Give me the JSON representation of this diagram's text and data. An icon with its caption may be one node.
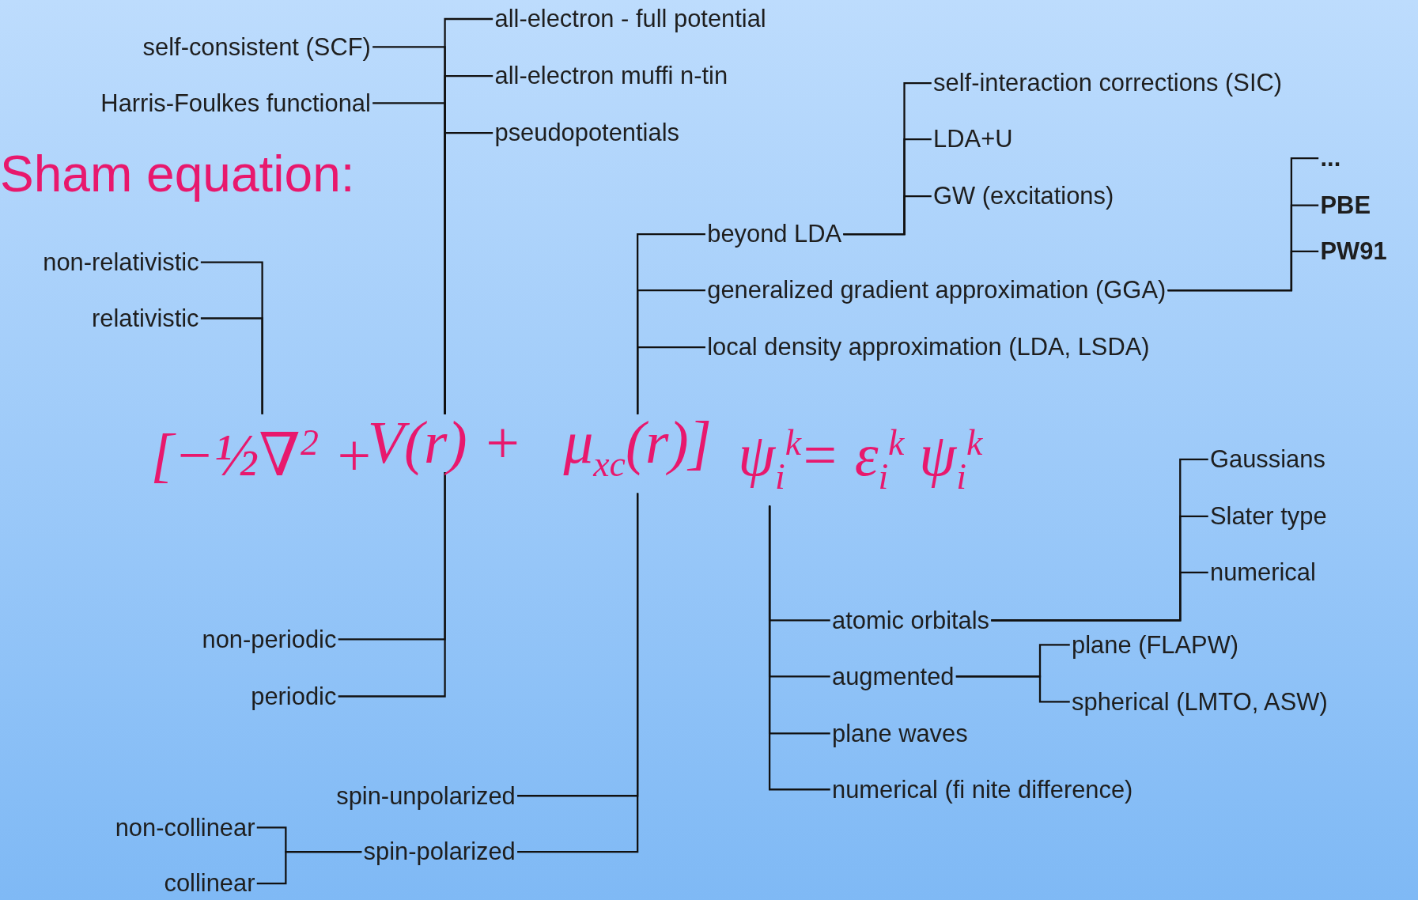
{
  "diagram": {
    "title": "Sham equation:",
    "nodes": [
      {
        "text": [
          "all-electron - full potential"
        ]
      },
      {
        "text": [
          "self-consistent (SCF)"
        ]
      },
      {
        "text": [
          "all-electron muffi n-tin"
        ]
      },
      {
        "text": [
          "self-interaction corrections (SIC)"
        ]
      },
      {
        "text": [
          "Harris-Foulkes functional"
        ]
      },
      {
        "text": [
          "pseudopotentials"
        ]
      },
      {
        "text": [
          "LDA+U"
        ]
      },
      {
        "text": [
          "..."
        ]
      },
      {
        "text": [
          "GW (excitations)"
        ]
      },
      {
        "text": [
          "PBE"
        ]
      },
      {
        "text": [
          "beyond LDA"
        ]
      },
      {
        "text": [
          "PW91"
        ]
      },
      {
        "text": [
          "non-relativistic"
        ]
      },
      {
        "text": [
          "generalized gradient approximation (GGA)"
        ]
      },
      {
        "text": [
          "relativistic"
        ]
      },
      {
        "text": [
          "local density approximation (LDA, LSDA)"
        ]
      },
      {
        "text": [
          "[−½∇$^{2}$ +"
        ]
      },
      {
        "text": [
          "V(r) +"
        ]
      },
      {
        "text": [
          "μ$_{xc}$(r)]"
        ]
      },
      {
        "text": [
          "ψ$_{i}$$^{k}$"
        ]
      },
      {
        "text": [
          "Gaussians"
        ]
      },
      {
        "text": [
          "Slater type"
        ]
      },
      {
        "text": [
          "numerical"
        ]
      },
      {
        "text": [
          "atomic orbitals"
        ]
      },
      {
        "text": [
          "non-periodic"
        ]
      },
      {
        "text": [
          "plane (FLAPW)"
        ]
      },
      {
        "text": [
          "augmented"
        ]
      },
      {
        "text": [
          "periodic"
        ]
      },
      {
        "text": [
          "spherical (LMTO, ASW)"
        ]
      },
      {
        "text": [
          "plane waves"
        ]
      },
      {
        "text": [
          "numerical (fi nite difference)"
        ]
      },
      {
        "text": [
          "spin-unpolarized"
        ]
      },
      {
        "text": [
          "non-collinear"
        ]
      },
      {
        "text": [
          "spin-polarized"
        ]
      },
      {
        "text": [
          "collinear"
        ]
      }
    ],
    "edges": [
      {
        "from": 16,
        "to": 12,
        "arrow": "none"
      },
      {
        "from": 16,
        "to": 14,
        "arrow": "none"
      },
      {
        "from": 17,
        "to": 0,
        "arrow": "none"
      },
      {
        "from": 17,
        "to": 1,
        "arrow": "none"
      },
      {
        "from": 17,
        "to": 2,
        "arrow": "none"
      },
      {
        "from": 17,
        "to": 4,
        "arrow": "none"
      },
      {
        "from": 17,
        "to": 5,
        "arrow": "none"
      },
      {
        "from": 17,
        "to": 24,
        "arrow": "none"
      },
      {
        "from": 17,
        "to": 27,
        "arrow": "none"
      },
      {
        "from": 18,
        "to": 10,
        "arrow": "none"
      },
      {
        "from": 18,
        "to": 13,
        "arrow": "none"
      },
      {
        "from": 18,
        "to": 15,
        "arrow": "none"
      },
      {
        "from": 18,
        "to": 31,
        "arrow": "none"
      },
      {
        "from": 18,
        "to": 33,
        "arrow": "none"
      },
      {
        "from": 19,
        "to": 23,
        "arrow": "none"
      },
      {
        "from": 19,
        "to": 26,
        "arrow": "none"
      },
      {
        "from": 19,
        "to": 29,
        "arrow": "none"
      },
      {
        "from": 19,
        "to": 30,
        "arrow": "none"
      },
      {
        "from": 10,
        "to": 3,
        "arrow": "none"
      },
      {
        "from": 10,
        "to": 6,
        "arrow": "none"
      },
      {
        "from": 10,
        "to": 8,
        "arrow": "none"
      },
      {
        "from": 13,
        "to": 7,
        "arrow": "none"
      },
      {
        "from": 13,
        "to": 9,
        "arrow": "none"
      },
      {
        "from": 13,
        "to": 11,
        "arrow": "none"
      },
      {
        "from": 23,
        "to": 20,
        "arrow": "none"
      },
      {
        "from": 23,
        "to": 21,
        "arrow": "none"
      },
      {
        "from": 23,
        "to": 22,
        "arrow": "none"
      },
      {
        "from": 26,
        "to": 25,
        "arrow": "none"
      },
      {
        "from": 26,
        "to": 28,
        "arrow": "none"
      },
      {
        "from": 33,
        "to": 32,
        "arrow": "none"
      },
      {
        "from": 33,
        "to": 34,
        "arrow": "none"
      }
    ],
    "labels": [
      "= ε$_{i}$$^{k}$ ψ$_{i}$$^{k}$"
    ]
  }
}
